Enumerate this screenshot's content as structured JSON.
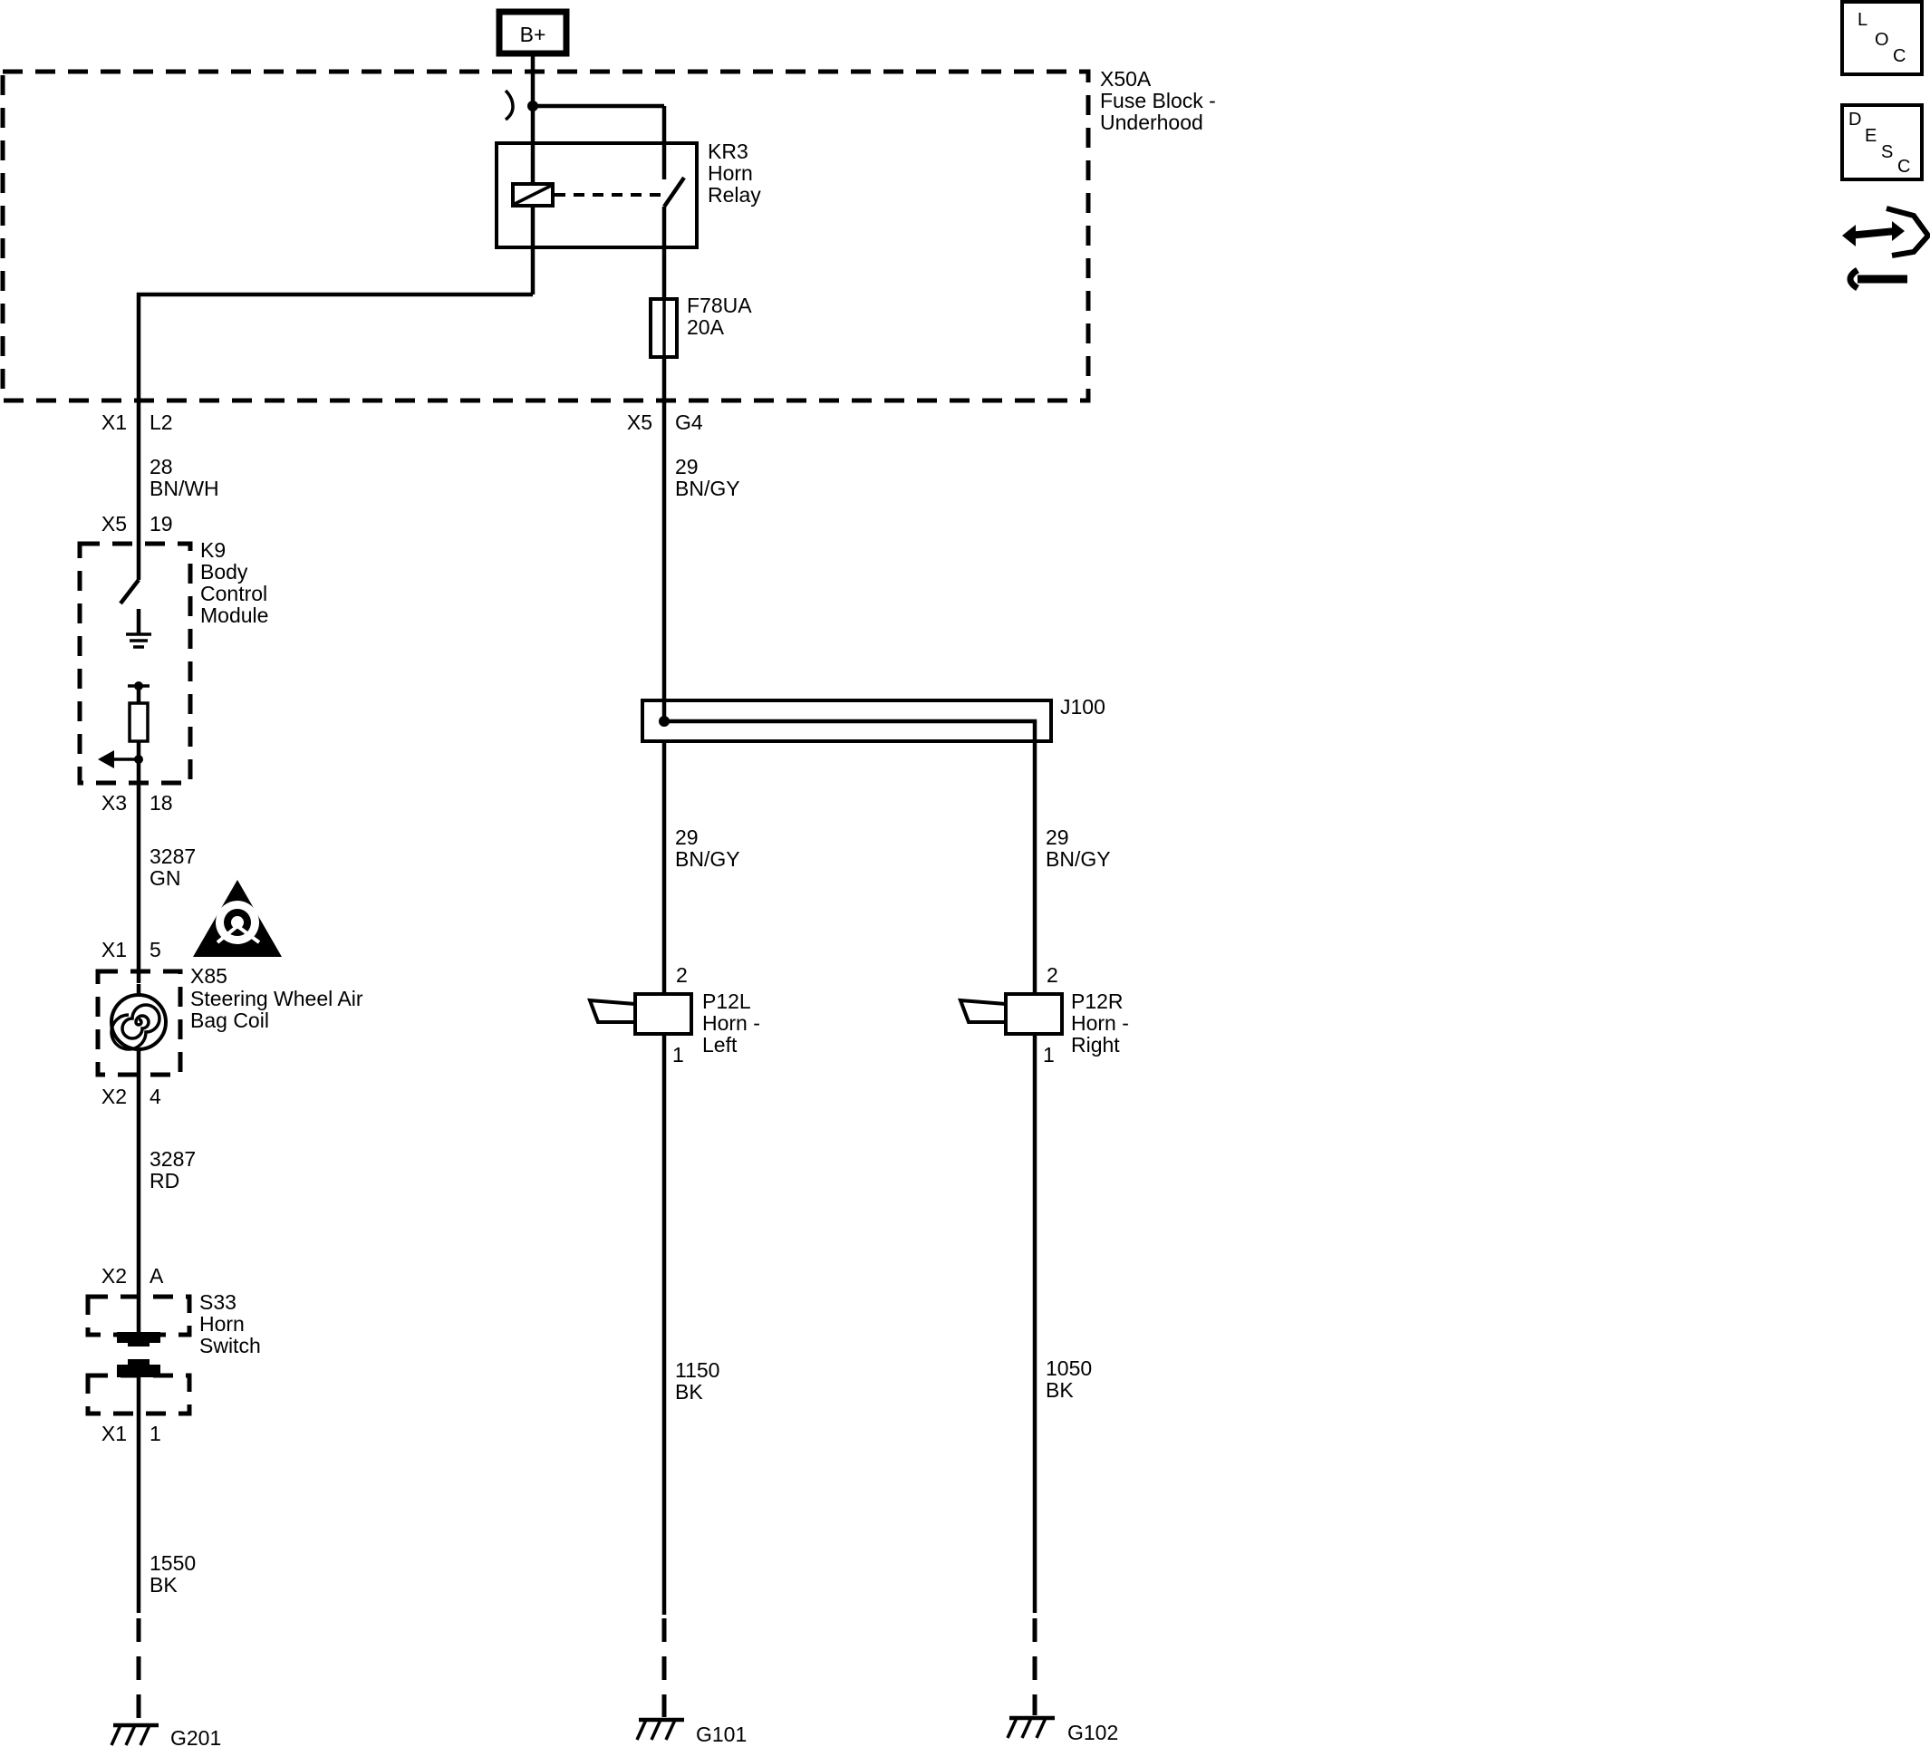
{
  "power": {
    "label": "B+"
  },
  "fuse_block": {
    "id": "X50A",
    "name_line1": "Fuse Block -",
    "name_line2": "Underhood"
  },
  "relay": {
    "id": "KR3",
    "name_line1": "Horn",
    "name_line2": "Relay"
  },
  "fuse": {
    "id": "F78UA",
    "rating": "20A"
  },
  "connectors": {
    "x1_l2": {
      "conn": "X1",
      "pin": "L2"
    },
    "x5_g4": {
      "conn": "X5",
      "pin": "G4"
    },
    "x5_19": {
      "conn": "X5",
      "pin": "19"
    },
    "x3_18": {
      "conn": "X3",
      "pin": "18"
    },
    "x1_5": {
      "conn": "X1",
      "pin": "5"
    },
    "x2_4": {
      "conn": "X2",
      "pin": "4"
    },
    "x2_a": {
      "conn": "X2",
      "pin": "A"
    },
    "x1_1": {
      "conn": "X1",
      "pin": "1"
    }
  },
  "wires": {
    "w28": {
      "circuit": "28",
      "color": "BN/WH"
    },
    "w29_top": {
      "circuit": "29",
      "color": "BN/GY"
    },
    "w29_left": {
      "circuit": "29",
      "color": "BN/GY"
    },
    "w29_right": {
      "circuit": "29",
      "color": "BN/GY"
    },
    "w3287_gn": {
      "circuit": "3287",
      "color": "GN"
    },
    "w3287_rd": {
      "circuit": "3287",
      "color": "RD"
    },
    "w1550": {
      "circuit": "1550",
      "color": "BK"
    },
    "w1150": {
      "circuit": "1150",
      "color": "BK"
    },
    "w1050": {
      "circuit": "1050",
      "color": "BK"
    }
  },
  "bcm": {
    "id": "K9",
    "name_line1": "Body",
    "name_line2": "Control",
    "name_line3": "Module"
  },
  "airbag_coil": {
    "id": "X85",
    "name_line1": "Steering Wheel Air",
    "name_line2": "Bag Coil"
  },
  "horn_switch": {
    "id": "S33",
    "name_line1": "Horn",
    "name_line2": "Switch"
  },
  "splice": {
    "id": "J100"
  },
  "horn_left": {
    "id": "P12L",
    "name_line1": "Horn -",
    "name_line2": "Left",
    "pin_top": "2",
    "pin_bottom": "1"
  },
  "horn_right": {
    "id": "P12R",
    "name_line1": "Horn -",
    "name_line2": "Right",
    "pin_top": "2",
    "pin_bottom": "1"
  },
  "grounds": {
    "g201": "G201",
    "g101": "G101",
    "g102": "G102"
  },
  "side_icons": {
    "loc": {
      "letters": [
        "L",
        "O",
        "C"
      ],
      "icon": "location-icon"
    },
    "desc": {
      "letters": [
        "D",
        "E",
        "S",
        "C"
      ],
      "icon": "description-icon"
    },
    "diag": {
      "icon": "diagnostic-hand-wrench-icon"
    }
  }
}
